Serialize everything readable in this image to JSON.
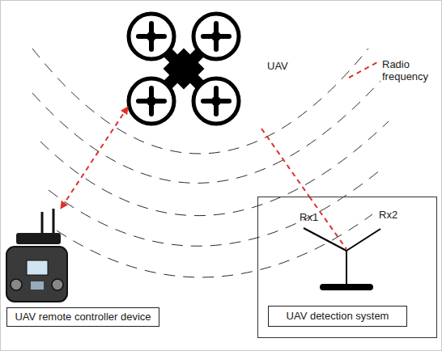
{
  "diagram": {
    "nodes": [
      {
        "text": [
          "UAV"
        ]
      },
      {
        "text": [
          "UAV remote controller device"
        ]
      },
      {
        "text": [
          "UAV detection system"
        ]
      }
    ],
    "edges": [
      {
        "from": 0,
        "to": 1,
        "arrow": "both"
      },
      {
        "from": 0,
        "to": 2,
        "arrow": "none"
      }
    ],
    "labels": [
      "Rx1",
      "Rx2"
    ],
    "legend": [
      {
        "text": "Radio frequency"
      }
    ]
  }
}
